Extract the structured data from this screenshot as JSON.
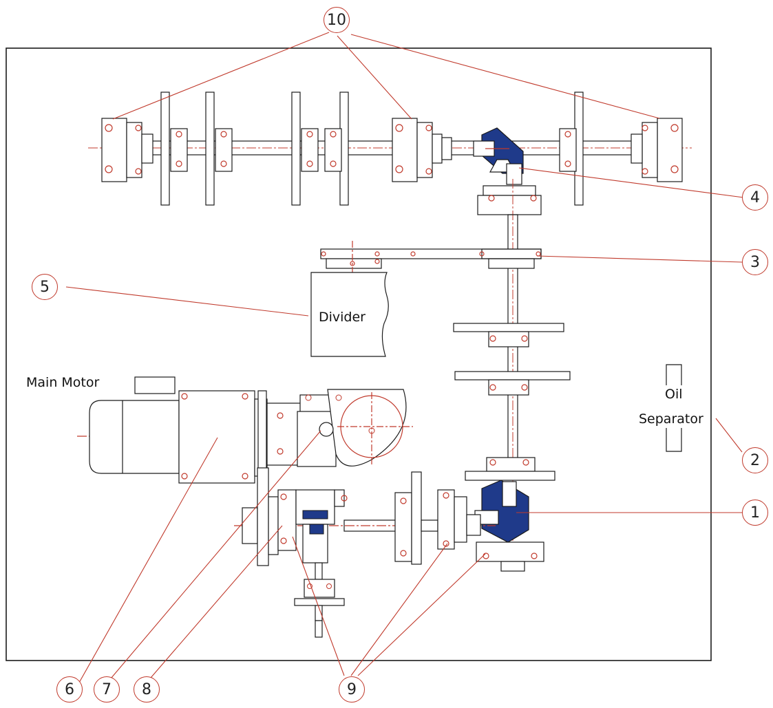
{
  "diagram": {
    "labels": {
      "main_motor": "Main Motor",
      "divider": "Divider",
      "oil": "Oil",
      "separator": "Separator"
    },
    "callouts": [
      "1",
      "2",
      "3",
      "4",
      "5",
      "6",
      "7",
      "8",
      "9",
      "10"
    ],
    "colors": {
      "frame": "#1a1a1a",
      "centerline": "#c0392b",
      "leader": "#c0392b",
      "bolt": "#c0392b",
      "gear_fill": "#1f3a8a"
    }
  }
}
